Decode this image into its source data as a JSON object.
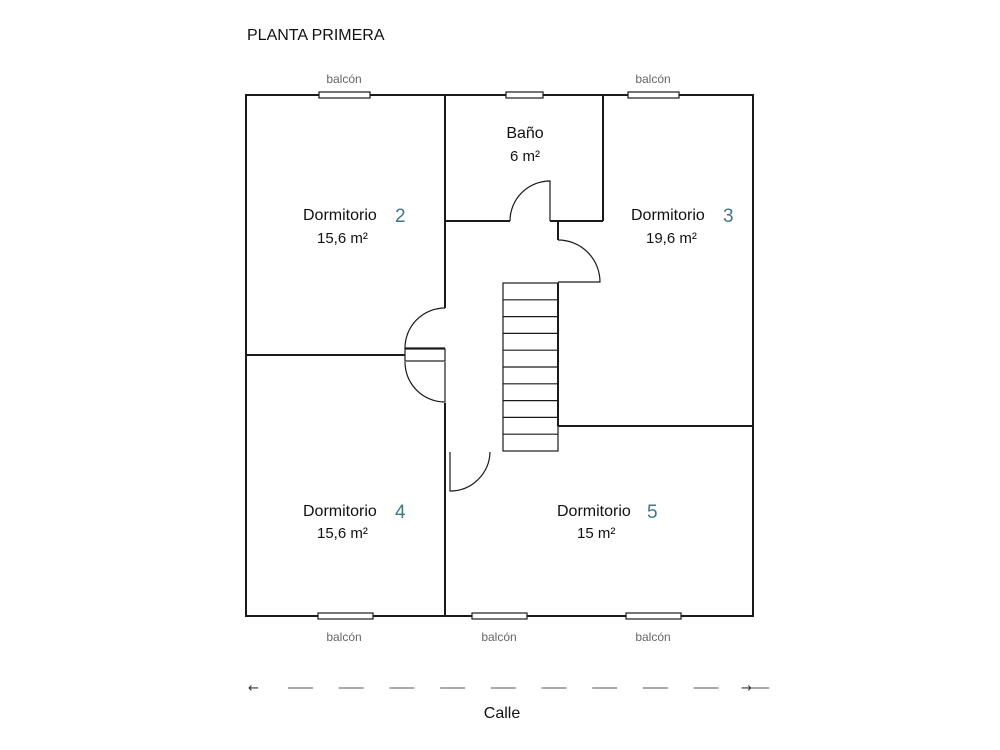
{
  "title": "PLANTA PRIMERA",
  "accent_color": "#3d7a85",
  "rooms": {
    "bano": {
      "name": "Baño",
      "area": "6 m²"
    },
    "dorm2": {
      "name": "Dormitorio",
      "number": "2",
      "area": "15,6 m²"
    },
    "dorm3": {
      "name": "Dormitorio",
      "number": "3",
      "area": "19,6 m²"
    },
    "dorm4": {
      "name": "Dormitorio",
      "number": "4",
      "area": "15,6 m²"
    },
    "dorm5": {
      "name": "Dormitorio",
      "number": "5",
      "area": "15 m²"
    }
  },
  "balconies": {
    "top_left": "balcón",
    "top_right": "balcón",
    "bottom_1": "balcón",
    "bottom_2": "balcón",
    "bottom_3": "balcón"
  },
  "street": {
    "label": "Calle",
    "arrow_left": "←",
    "arrow_right": "→"
  }
}
